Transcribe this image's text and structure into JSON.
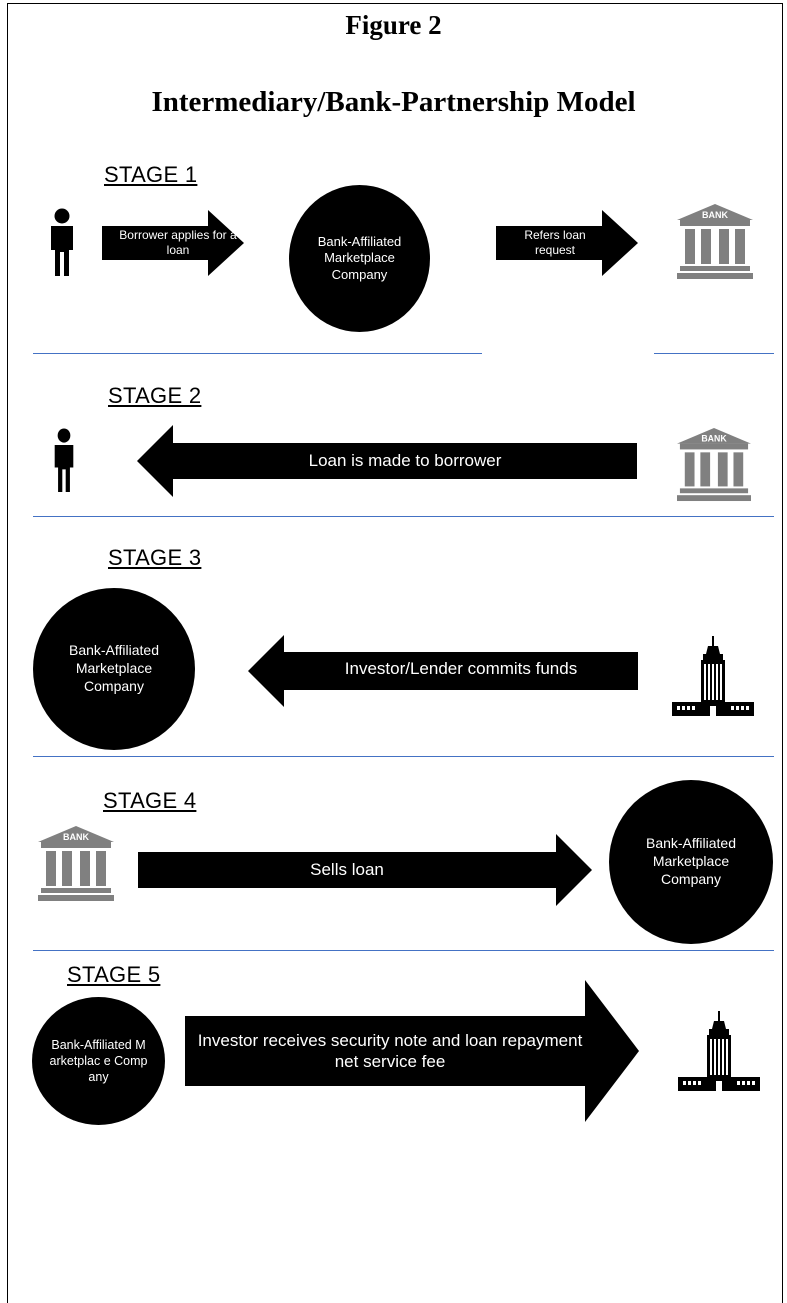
{
  "title": "Figure 2",
  "subtitle": "Intermediary/Bank-Partnership Model",
  "stages": [
    {
      "label": "STAGE 1",
      "arrow1": "Borrower applies for a loan",
      "circle": "Bank-Affiliated Marketplace Company",
      "arrow2": "Refers loan request",
      "bank_text": "BANK"
    },
    {
      "label": "STAGE 2",
      "arrow": "Loan is made to borrower",
      "bank_text": "BANK"
    },
    {
      "label": "STAGE 3",
      "circle": "Bank-Affiliated Marketplace Company",
      "arrow": "Investor/Lender commits funds"
    },
    {
      "label": "STAGE 4",
      "bank_text": "BANK",
      "arrow": "Sells loan",
      "circle": "Bank-Affiliated Marketplace Company"
    },
    {
      "label": "STAGE 5",
      "circle": "Bank-Affiliated Marketplac e Company",
      "arrow": "Investor receives security note and loan repayment net service fee"
    }
  ],
  "colors": {
    "rule": "#4472c4",
    "shape": "#000000",
    "bank": "#808080"
  }
}
